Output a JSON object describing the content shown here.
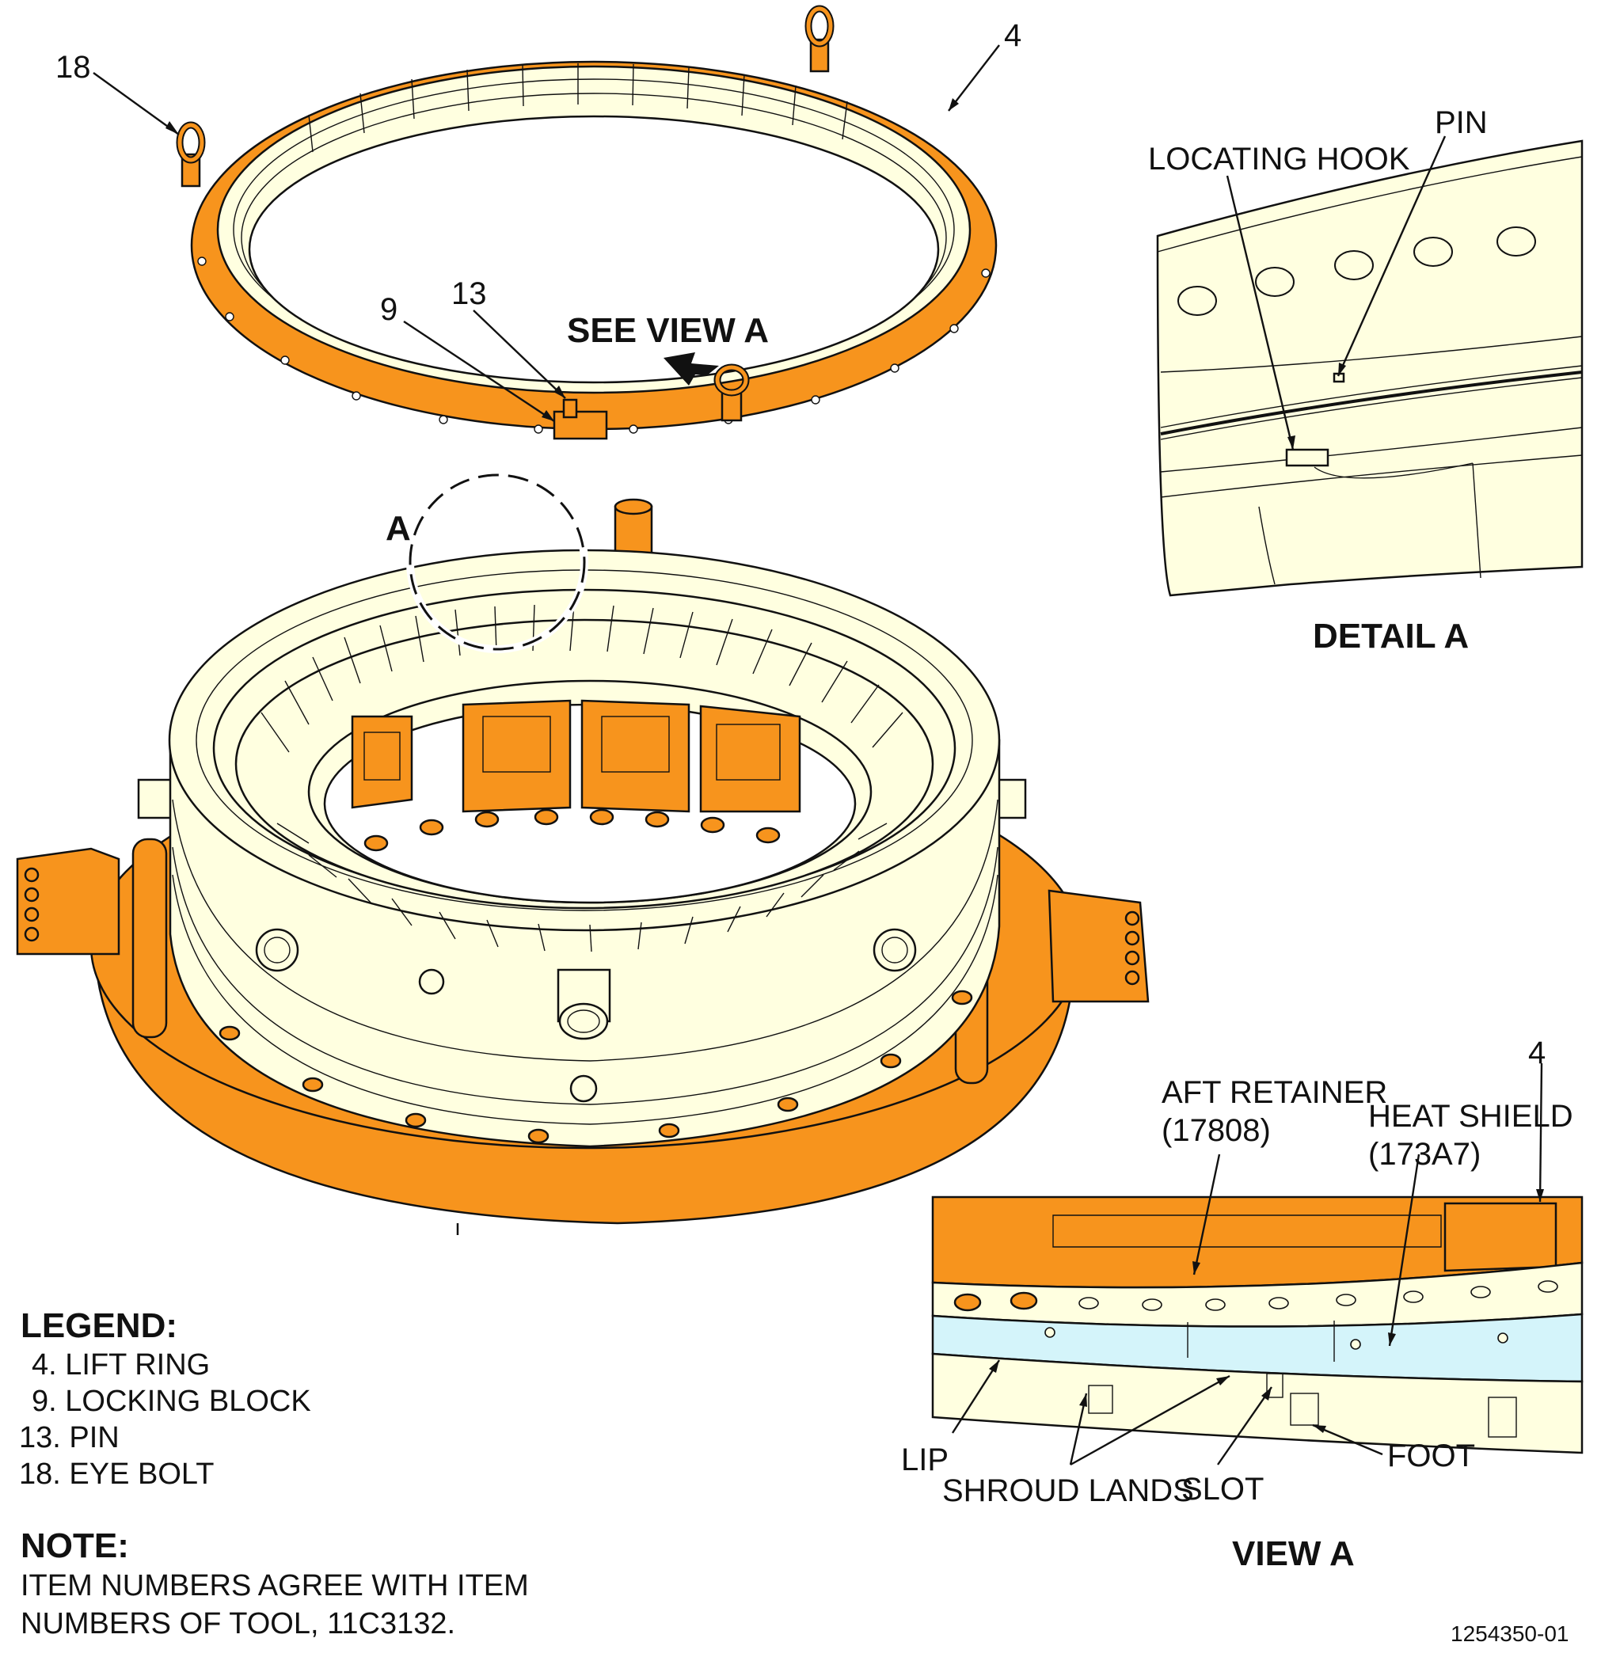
{
  "callouts": {
    "item_18": "18",
    "item_4_top": "4",
    "item_9": "9",
    "item_13": "13",
    "see_view_a": "SEE VIEW A",
    "view_circle_label": "A"
  },
  "detail_a": {
    "title": "DETAIL A",
    "locating_hook": "LOCATING HOOK",
    "pin": "PIN"
  },
  "view_a": {
    "title": "VIEW A",
    "item_4": "4",
    "aft_retainer_line1": "AFT RETAINER",
    "aft_retainer_line2": "(17808)",
    "heat_shield_line1": "HEAT SHIELD",
    "heat_shield_line2": "(173A7)",
    "lip": "LIP",
    "shroud_lands": "SHROUD LANDS",
    "slot": "SLOT",
    "foot": "FOOT"
  },
  "legend": {
    "title": "LEGEND:",
    "items": [
      "4.  LIFT RING",
      "9.  LOCKING BLOCK",
      "13.  PIN",
      "18.  EYE BOLT"
    ]
  },
  "note": {
    "title": "NOTE:",
    "line1": "ITEM NUMBERS AGREE WITH ITEM",
    "line2": "NUMBERS OF TOOL, 11C3132."
  },
  "figure_id": "1254350-01",
  "colors": {
    "orange": "#F7941D",
    "cream": "#FFFFE0",
    "light_blue": "#D4F4FA",
    "line": "#111111"
  }
}
